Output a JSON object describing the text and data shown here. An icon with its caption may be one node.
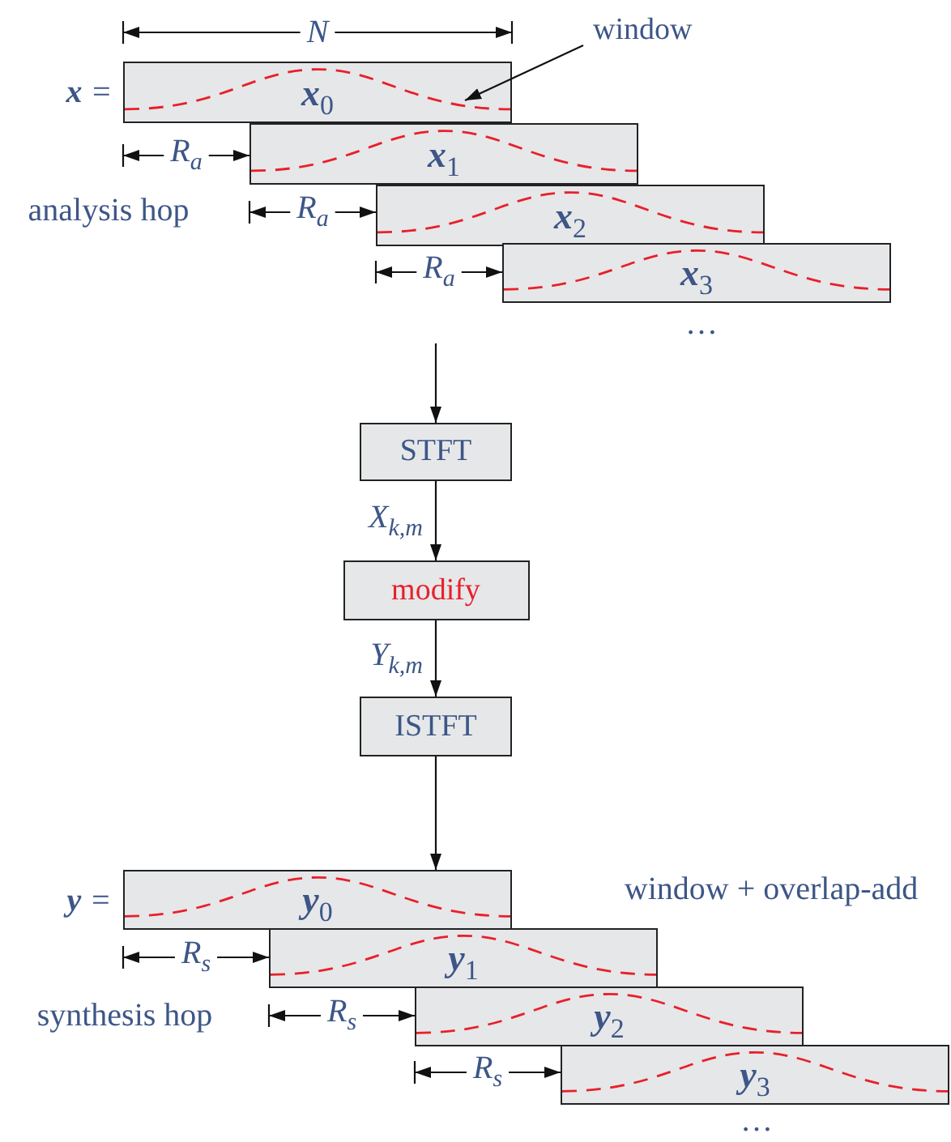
{
  "diagram": {
    "nodes": [
      {
        "text": [
          "**x**$_{0}$"
        ],
        "beside": [
          "**x** ="
        ]
      },
      {
        "text": [
          "**x**$_{1}$"
        ]
      },
      {
        "text": [
          "**x**$_{2}$"
        ]
      },
      {
        "text": [
          "**x**$_{3}$"
        ]
      },
      {
        "text": [
          "window"
        ]
      },
      {
        "text": [
          "STFT"
        ]
      },
      {
        "text": [
          "modify"
        ]
      },
      {
        "text": [
          "ISTFT"
        ]
      },
      {
        "text": [
          "**y**$_{0}$"
        ],
        "beside": [
          "**y** ="
        ]
      },
      {
        "text": [
          "**y**$_{1}$"
        ]
      },
      {
        "text": [
          "**y**$_{2}$"
        ]
      },
      {
        "text": [
          "**y**$_{3}$"
        ]
      }
    ],
    "edges": [
      {
        "from": 4,
        "to": 0,
        "arrow": "to"
      },
      {
        "from": null,
        "to": 5,
        "arrow": "to"
      },
      {
        "from": 5,
        "to": 6,
        "arrow": "to",
        "label": "X$_{k,m}$"
      },
      {
        "from": 6,
        "to": 7,
        "arrow": "to",
        "label": "Y$_{k,m}$"
      },
      {
        "from": 7,
        "to": 8,
        "arrow": "to"
      }
    ],
    "labels": [
      "N",
      "R$_{a}$",
      "analysis hop",
      "R$_{a}$",
      "R$_{a}$",
      "…",
      "window + overlap-add",
      "R$_{s}$",
      "synthesis hop",
      "R$_{s}$",
      "R$_{s}$",
      "…"
    ]
  }
}
